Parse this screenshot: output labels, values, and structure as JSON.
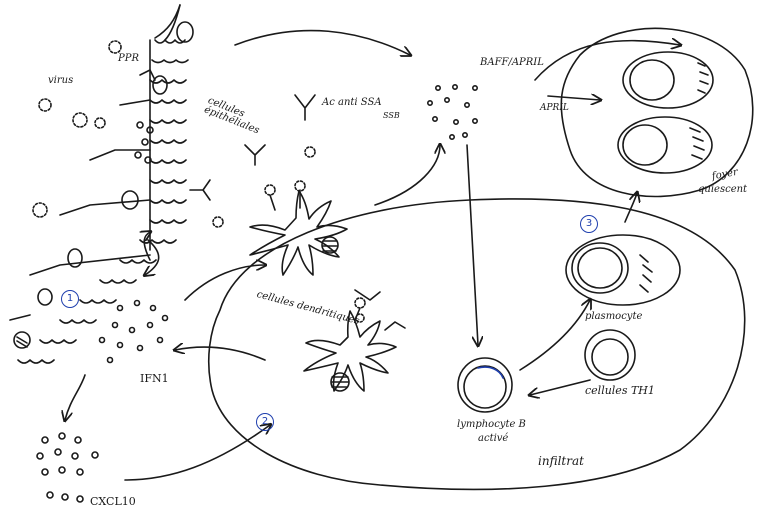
{
  "labels": {
    "virus": "virus",
    "ppr": "PPR",
    "epithelial_cells": "cellules\népithéliales",
    "ac_anti": "Ac anti SSA",
    "ssb": "SSB",
    "baff_april": "BAFF/APRIL",
    "april": "APRIL",
    "foyer": "foyer",
    "quiescent": "quiescent",
    "dendritic_cells": "cellules dendritiques",
    "plasmocyte": "plasmocyte",
    "lymphocyte_b": "lymphocyte B",
    "active": "activé",
    "th1_cells": "cellules TH1",
    "ifn": "IFN1",
    "cxcl10": "CXCL10",
    "infiltrat": "infiltrat"
  },
  "markers": [
    "1",
    "2",
    "3"
  ],
  "colors": {
    "ink": "#1a1a1a",
    "marker": "#1f3fae"
  }
}
